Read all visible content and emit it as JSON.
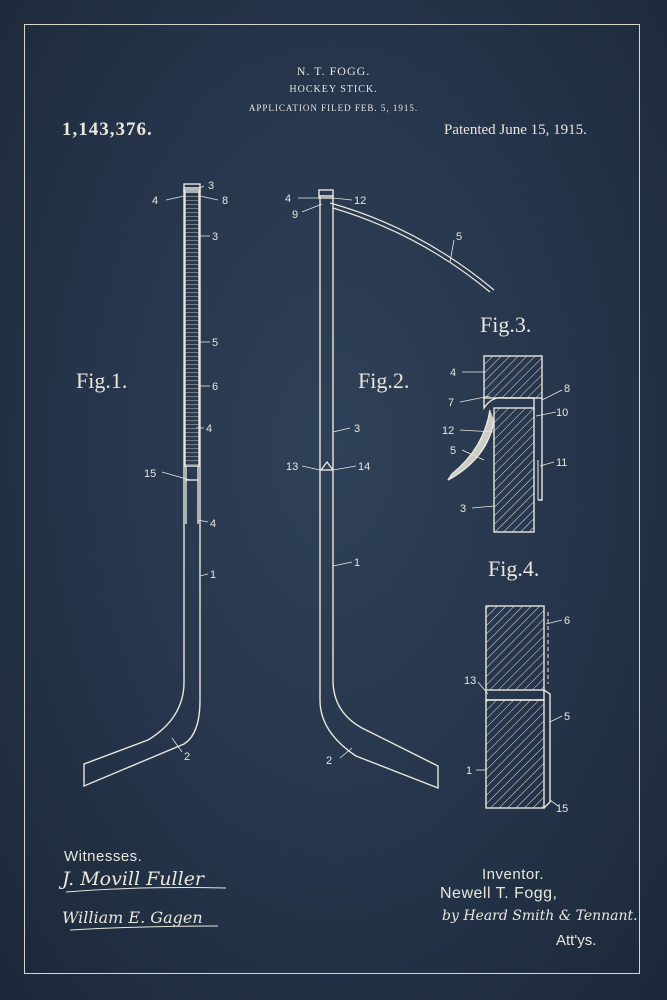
{
  "header": {
    "inventor_short": "N. T. FOGG.",
    "title": "HOCKEY STICK.",
    "filed": "APPLICATION FILED FEB. 5, 1915."
  },
  "patent_number": "1,143,376.",
  "patent_date": "Patented June 15, 1915.",
  "figures": {
    "fig1": "Fig.1.",
    "fig2": "Fig.2.",
    "fig3": "Fig.3.",
    "fig4": "Fig.4."
  },
  "callouts": {
    "fig1": [
      "3",
      "4",
      "8",
      "3",
      "5",
      "6",
      "4",
      "15",
      "4",
      "1",
      "2"
    ],
    "fig2": [
      "4",
      "12",
      "9",
      "5",
      "3",
      "13",
      "14",
      "1",
      "2"
    ],
    "fig3": [
      "4",
      "7",
      "8",
      "10",
      "12",
      "5",
      "11",
      "3"
    ],
    "fig4": [
      "6",
      "13",
      "5",
      "1",
      "15"
    ]
  },
  "witnesses": {
    "label": "Witnesses.",
    "witness1": "J. Movill Fuller",
    "witness2": "William E. Gagen"
  },
  "inventor": {
    "label": "Inventor.",
    "name": "Newell T. Fogg,",
    "attorneys": "by Heard Smith & Tennant.",
    "attorneys_label": "Att'ys."
  },
  "colors": {
    "background": "#25344a",
    "ink": "#e9e6dc"
  }
}
